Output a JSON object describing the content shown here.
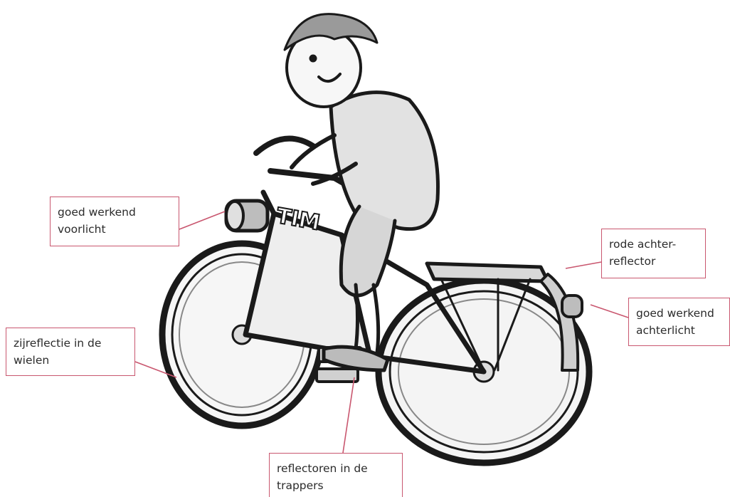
{
  "labels": {
    "voorlicht": {
      "line1": "goed werkend",
      "line2": "voorlicht"
    },
    "achter_reflector": {
      "line1": "rode achter-",
      "line2": "reflector"
    },
    "achterlicht": {
      "line1": "goed werkend",
      "line2": "achterlicht"
    },
    "zijreflectie": {
      "line1": "zijreflectie in de",
      "line2": "wielen"
    },
    "trappers": {
      "line1": "reflectoren in de",
      "line2": "trappers"
    }
  },
  "frame_text": "TIM",
  "colors": {
    "accent_line": "#c9576f",
    "ink": "#1a1a1a",
    "text": "#2b2b2b"
  }
}
